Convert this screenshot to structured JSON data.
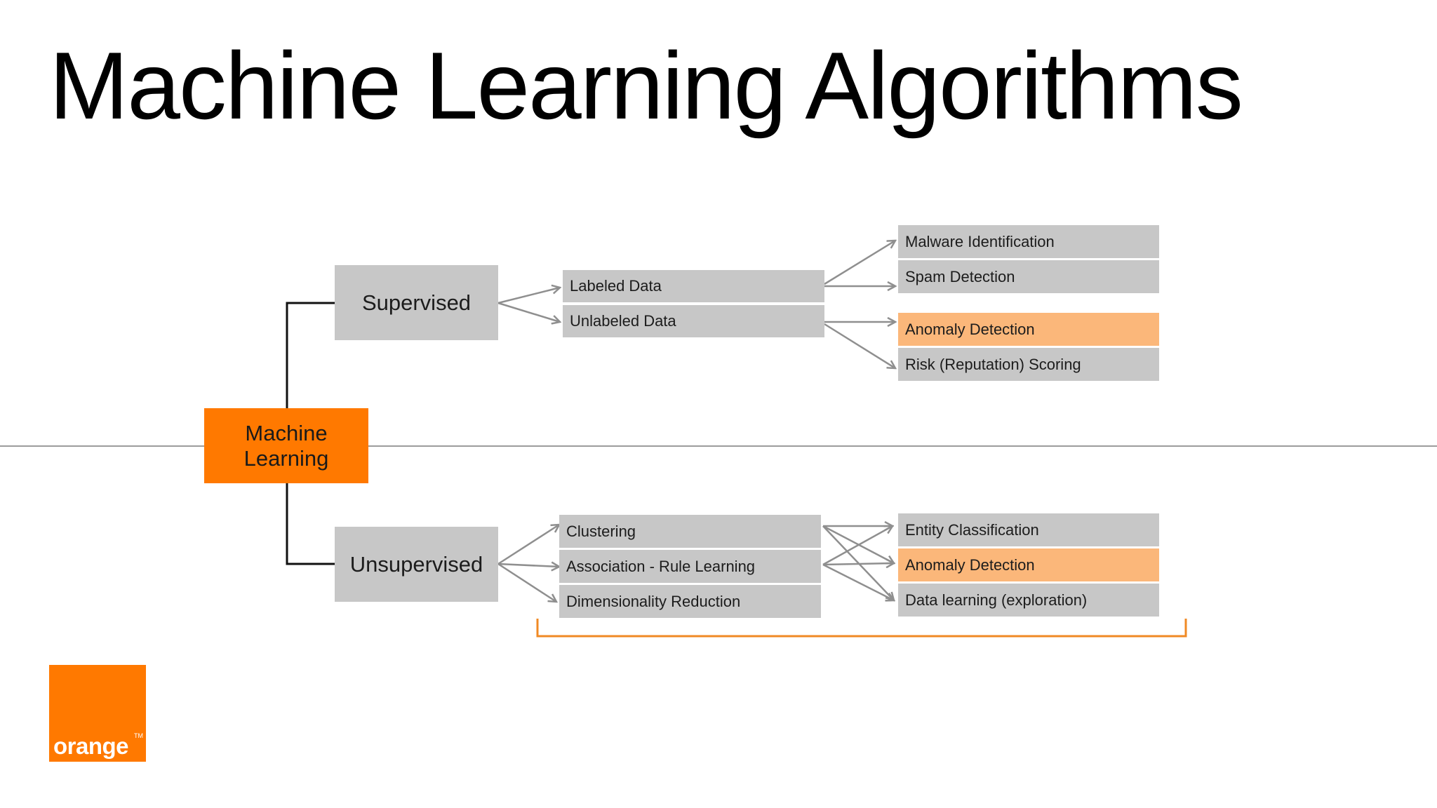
{
  "title": "Machine Learning Algorithms",
  "root": {
    "line1": "Machine",
    "line2": "Learning"
  },
  "supervised": {
    "label": "Supervised",
    "inputs": [
      "Labeled Data",
      "Unlabeled Data"
    ],
    "outputs": [
      {
        "label": "Malware Identification",
        "highlight": false
      },
      {
        "label": "Spam Detection",
        "highlight": false
      },
      {
        "label": "Anomaly Detection",
        "highlight": true
      },
      {
        "label": "Risk (Reputation) Scoring",
        "highlight": false
      }
    ]
  },
  "unsupervised": {
    "label": "Unsupervised",
    "methods": [
      "Clustering",
      "Association - Rule Learning",
      "Dimensionality Reduction"
    ],
    "outputs": [
      {
        "label": "Entity Classification",
        "highlight": false
      },
      {
        "label": "Anomaly Detection",
        "highlight": true
      },
      {
        "label": "Data learning (exploration)",
        "highlight": false
      }
    ]
  },
  "logo": {
    "text": "orange",
    "tm": "TM"
  },
  "colors": {
    "brand_orange": "#ff7900",
    "highlight": "#fbb77a",
    "box_gray": "#c7c7c7",
    "arrow_gray": "#8f8f8f"
  }
}
